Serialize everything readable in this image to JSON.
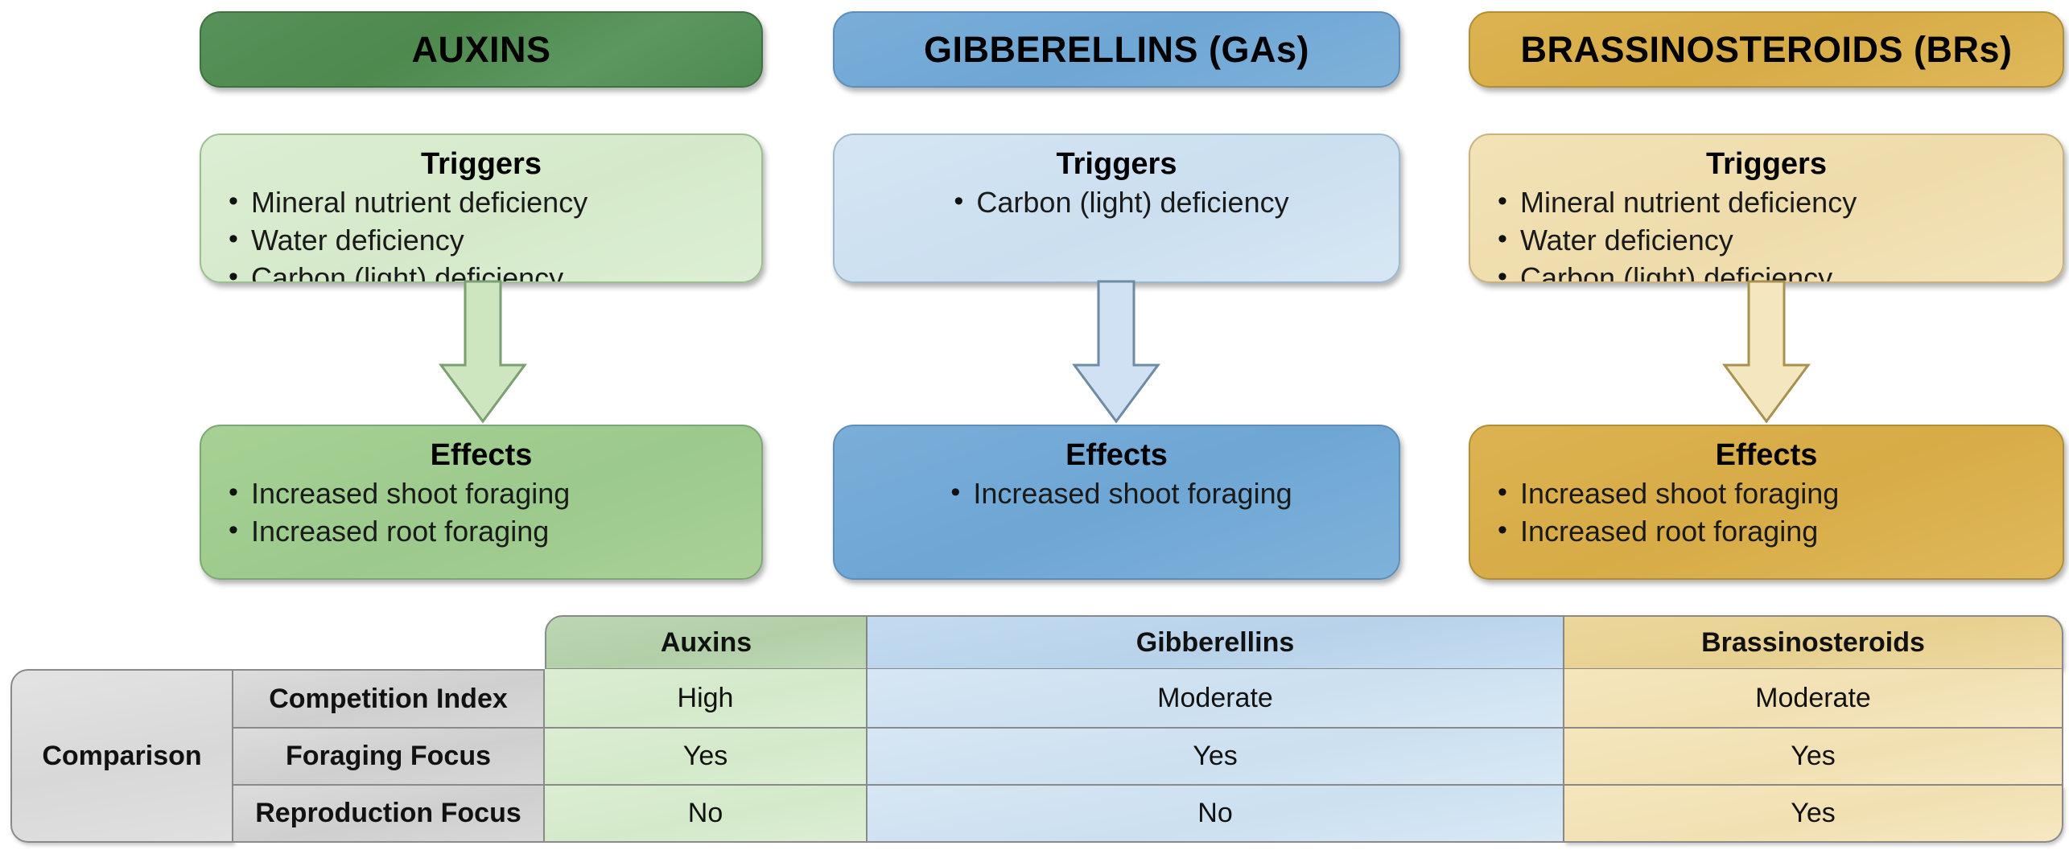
{
  "diagram": {
    "title_row": [
      {
        "name": "AUXINS",
        "theme": "green"
      },
      {
        "name": "GIBBERELLINS (GAs)",
        "theme": "blue"
      },
      {
        "name": "BRASSINOSTEROIDS (BRs)",
        "theme": "tan"
      }
    ],
    "columns": [
      {
        "theme": "green",
        "header": "AUXINS",
        "triggers": {
          "heading": "Triggers",
          "items": [
            "Mineral nutrient deficiency",
            "Water deficiency",
            "Carbon (light) deficiency"
          ]
        },
        "effects": {
          "heading": "Effects",
          "items": [
            "Increased shoot foraging",
            "Increased root foraging"
          ]
        }
      },
      {
        "theme": "blue",
        "header": "GIBBERELLINS (GAs)",
        "triggers": {
          "heading": "Triggers",
          "items": [
            "Carbon (light) deficiency"
          ]
        },
        "effects": {
          "heading": "Effects",
          "items": [
            "Increased shoot foraging"
          ]
        }
      },
      {
        "theme": "tan",
        "header": "BRASSINOSTEROIDS (BRs)",
        "triggers": {
          "heading": "Triggers",
          "items": [
            "Mineral nutrient deficiency",
            "Water deficiency",
            "Carbon (light) deficiency"
          ]
        },
        "effects": {
          "heading": "Effects",
          "items": [
            "Increased shoot foraging",
            "Increased root foraging"
          ]
        }
      }
    ],
    "arrow_label": "downward-arrow"
  },
  "comparison_table": {
    "corner_label": "Comparison",
    "column_headers": [
      "Auxins",
      "Gibberellins",
      "Brassinosteroids"
    ],
    "rows": [
      {
        "label": "Competition Index",
        "values": [
          "High",
          "Moderate",
          "Moderate"
        ]
      },
      {
        "label": "Foraging Focus",
        "values": [
          "Yes",
          "Yes",
          "Yes"
        ]
      },
      {
        "label": "Reproduction Focus",
        "values": [
          "No",
          "No",
          "Yes"
        ]
      }
    ]
  },
  "colors": {
    "green_dark": "#4e8a4e",
    "green_mid": "#9cc98c",
    "green_pale": "#d5e9ca",
    "blue_dark": "#6ea6d4",
    "blue_head": "#b4d0ea",
    "blue_pale": "#cbdff0",
    "tan_dark": "#d7ab46",
    "tan_head": "#e9d18f",
    "tan_pale": "#eedcab",
    "grey": "#d8d8d8",
    "border": "#8a8a8a",
    "text": "#111111"
  }
}
